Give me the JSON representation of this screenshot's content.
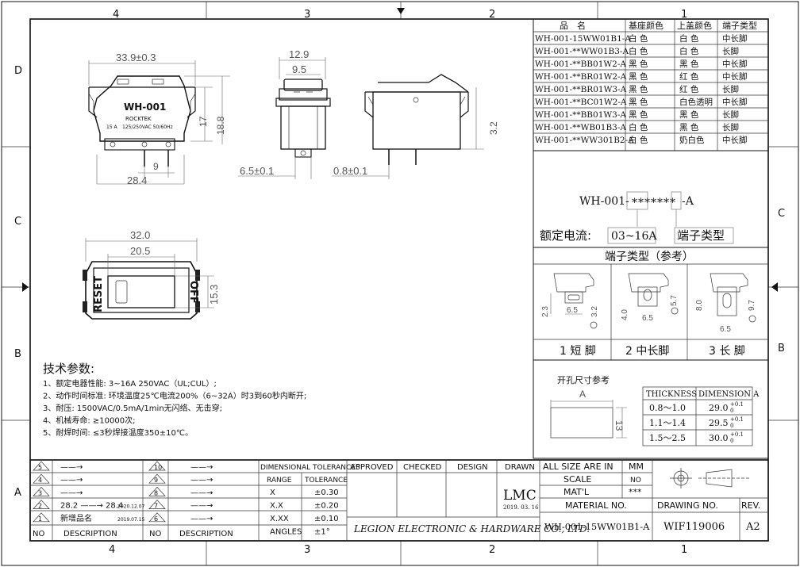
{
  "border": {
    "top_numbers": [
      "4",
      "3",
      "2",
      "1"
    ],
    "bottom_numbers": [
      "4",
      "3",
      "2",
      "1"
    ],
    "left_letters": [
      "D",
      "C",
      "B",
      "A"
    ],
    "right_letters": [
      "C",
      "B"
    ]
  },
  "parts_table": {
    "headers": [
      "品　名",
      "基座颜色",
      "上盖颜色",
      "端子类型"
    ],
    "rows": [
      [
        "WH-001-15WW01B1-A",
        "白 色",
        "白 色",
        "中长脚"
      ],
      [
        "WH-001-**WW01B3-A",
        "白 色",
        "白 色",
        "长脚"
      ],
      [
        "WH-001-**BB01W2-A",
        "黑 色",
        "黑 色",
        "中长脚"
      ],
      [
        "WH-001-**BR01W2-A",
        "黑 色",
        "红 色",
        "中长脚"
      ],
      [
        "WH-001-**BR01W3-A",
        "黑 色",
        "红 色",
        "长脚"
      ],
      [
        "WH-001-**BC01W2-A",
        "黑 色",
        "白色透明",
        "中长脚"
      ],
      [
        "WH-001-**BB01W3-A",
        "黑 色",
        "黑 色",
        "长脚"
      ],
      [
        "WH-001-**WB01B3-A",
        "白 色",
        "黑 色",
        "长脚"
      ],
      [
        "WH-001-**WW301B2-A",
        "白 色",
        "奶白色",
        "中长脚"
      ]
    ]
  },
  "part_code": {
    "prefix": "WH-001-",
    "stars": "*******",
    "suffix": "-A",
    "current_label": "额定电流:",
    "current_value": "03~16A",
    "terminal_label": "端子类型"
  },
  "terminal_types": {
    "title": "端子类型（参考）",
    "items": [
      {
        "label": "1 短 脚",
        "dims": [
          "2.3",
          "6.5",
          "3.2"
        ]
      },
      {
        "label": "2 中长脚",
        "dims": [
          "4.0",
          "6.5",
          "5.7"
        ]
      },
      {
        "label": "3 长 脚",
        "dims": [
          "8.0",
          "6.5",
          "9.7"
        ]
      }
    ]
  },
  "cutout": {
    "title": "开孔尺寸参考",
    "a_label": "A",
    "height": "13",
    "headers": [
      "THICKNESS",
      "DIMENSION A"
    ],
    "rows": [
      [
        "0.8～1.0",
        "29.0",
        "+0.1",
        "0"
      ],
      [
        "1.1～1.4",
        "29.5",
        "+0.1",
        "0"
      ],
      [
        "1.5～2.5",
        "30.0",
        "+0.1",
        "0"
      ]
    ]
  },
  "specs": {
    "title": "技术参数:",
    "lines": [
      "1、额定电器性能: 3~16A 250VAC（UL;CUL）;",
      "2、动作时间标准: 环境温度25℃电流200%（6~32A）时3到60秒内断开;",
      "3、耐压: 1500VAC/0.5mA/1min无闪络、无击穿;",
      "4、机械寿命: ≥10000次;",
      "5、耐焊时间: ≤3秒焊接温度350±10℃。"
    ]
  },
  "drawing": {
    "top_view": {
      "width": "33.9±0.3",
      "height_inner": "17",
      "height_outer": "18.8",
      "pin_pitch": "9",
      "bottom_width": "28.4",
      "brand_model": "WH-001",
      "brand": "ROCKTEK",
      "rating": "125/250VAC 50/60Hz",
      "amp": "15 A"
    },
    "side_view": {
      "w1": "12.9",
      "w2": "9.5",
      "pin": "6.5±0.1"
    },
    "right_view": {
      "h": "3.2",
      "pin": "0.8±0.1"
    },
    "front_view": {
      "w_outer": "32.0",
      "w_inner": "20.5",
      "h": "15.3",
      "reset": "RESET",
      "off": "OFF"
    }
  },
  "revisions": {
    "left": [
      {
        "no": "5",
        "desc": "——→"
      },
      {
        "no": "4",
        "desc": "——→"
      },
      {
        "no": "3",
        "desc": "——→"
      },
      {
        "no": "2",
        "desc": "28.2 ——→ 28.4",
        "date": "2020.12.07"
      },
      {
        "no": "1",
        "desc": "新增品名",
        "date": "2019.07.15"
      }
    ],
    "right": [
      {
        "no": "10",
        "desc": "——→"
      },
      {
        "no": "9",
        "desc": "——→"
      },
      {
        "no": "8",
        "desc": "——→"
      },
      {
        "no": "7",
        "desc": "——→"
      },
      {
        "no": "6",
        "desc": "——→"
      }
    ],
    "col_no": "NO",
    "col_desc": "DESCRIPTION"
  },
  "tolerances": {
    "title": "DIMENSIONAL TOLERANCES",
    "col_range": "RANGE",
    "col_tol": "TOLERANCE",
    "rows": [
      [
        "X",
        "±0.30"
      ],
      [
        "X.X",
        "±0.20"
      ],
      [
        "X.XX",
        "±0.10"
      ],
      [
        "ANGLES",
        "±1°"
      ]
    ]
  },
  "title_block": {
    "approved": "APPROVED",
    "checked": "CHECKED",
    "design": "DESIGN",
    "drawn": "DRAWN",
    "drawn_by": "LMC",
    "drawn_date": "2019. 03. 16",
    "company": "LEGION ELECTRONIC & HARDWARE CO., LTD.",
    "size_label": "ALL SIZE ARE IN",
    "size_unit": "MM",
    "scale_label": "SCALE",
    "scale_value": "NO",
    "mat_label": "MAT'L",
    "mat_value": "***",
    "material_no_label": "MATERIAL NO.",
    "material_no": "WH-001-15WW01B1-A",
    "drawing_no_label": "DRAWING NO.",
    "drawing_no": "WIF119006",
    "rev_label": "REV.",
    "rev": "A2"
  }
}
